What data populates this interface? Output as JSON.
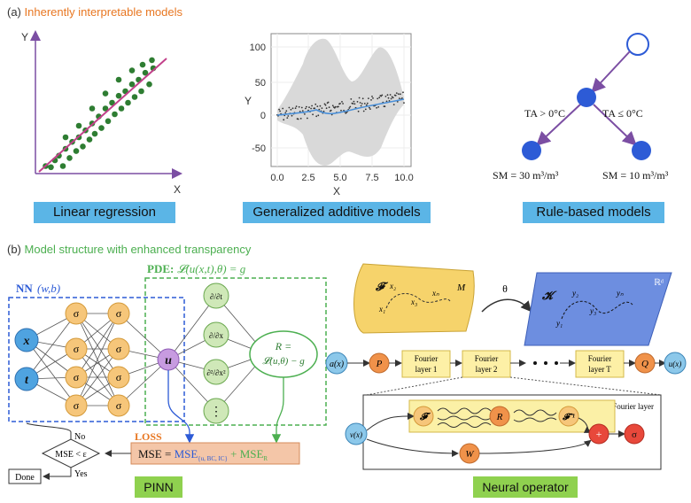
{
  "section_a": {
    "letter": "(a)",
    "title": "Inherently interpretable models"
  },
  "section_b": {
    "letter": "(b)",
    "title": "Model structure with enhanced transparency"
  },
  "linear_regression": {
    "caption": "Linear regression",
    "y_label": "Y",
    "x_label": "X",
    "points": [
      [
        0.05,
        0.05
      ],
      [
        0.09,
        0.04
      ],
      [
        0.12,
        0.1
      ],
      [
        0.15,
        0.14
      ],
      [
        0.18,
        0.05
      ],
      [
        0.2,
        0.2
      ],
      [
        0.23,
        0.12
      ],
      [
        0.25,
        0.26
      ],
      [
        0.28,
        0.18
      ],
      [
        0.3,
        0.3
      ],
      [
        0.33,
        0.22
      ],
      [
        0.35,
        0.36
      ],
      [
        0.38,
        0.28
      ],
      [
        0.4,
        0.42
      ],
      [
        0.42,
        0.33
      ],
      [
        0.45,
        0.48
      ],
      [
        0.47,
        0.38
      ],
      [
        0.5,
        0.55
      ],
      [
        0.52,
        0.44
      ],
      [
        0.55,
        0.6
      ],
      [
        0.57,
        0.5
      ],
      [
        0.6,
        0.66
      ],
      [
        0.62,
        0.55
      ],
      [
        0.65,
        0.7
      ],
      [
        0.67,
        0.6
      ],
      [
        0.7,
        0.76
      ],
      [
        0.72,
        0.65
      ],
      [
        0.75,
        0.8
      ],
      [
        0.77,
        0.7
      ],
      [
        0.8,
        0.86
      ],
      [
        0.83,
        0.76
      ],
      [
        0.86,
        0.9
      ],
      [
        0.6,
        0.8
      ],
      [
        0.7,
        0.88
      ],
      [
        0.4,
        0.55
      ],
      [
        0.3,
        0.4
      ],
      [
        0.2,
        0.3
      ],
      [
        0.5,
        0.68
      ],
      [
        0.85,
        0.97
      ],
      [
        0.78,
        0.93
      ]
    ]
  },
  "gam": {
    "caption": "Generalized additive models",
    "x_label": "X",
    "y_label": "Y",
    "y_ticks": [
      "100",
      "50",
      "0",
      "-50"
    ],
    "x_ticks": [
      "0.0",
      "2.5",
      "5.0",
      "7.5",
      "10.0"
    ]
  },
  "rules": {
    "caption": "Rule-based models",
    "left_cond": "TA > 0°C",
    "right_cond": "TA ≤ 0°C",
    "left_leaf": "SM = 30 m³/m³",
    "right_leaf": "SM = 10 m³/m³"
  },
  "pinn": {
    "nn_label": "NN",
    "nn_params": "(w,b)",
    "pde_label": "PDE:",
    "pde_eq": "𝓛(u(x,t),θ) = g",
    "input_x": "x",
    "input_t": "t",
    "sigma": "σ",
    "u": "u",
    "d_dt": "∂/∂t",
    "d_dx": "∂/∂x",
    "d2_dx2": "∂²/∂x²",
    "dots": "⋮",
    "r_eq_1": "R =",
    "r_eq_2": "𝓛(u,θ) − g",
    "loss_label": "LOSS",
    "loss_eq_a": "MSE = ",
    "loss_eq_b": "MSE",
    "loss_sub_b": "{u, BC, IC}",
    "loss_eq_c": " + MSE",
    "loss_sub_c": "R",
    "cond": "MSE < ε",
    "no": "No",
    "yes": "Yes",
    "done": "Done",
    "caption": "PINN"
  },
  "neural_operator": {
    "theta": "θ",
    "F": "𝓕",
    "K": "𝓚",
    "M": "M",
    "R_space": "ℝᵈ",
    "x1": "x₁",
    "x2": "x₂",
    "x3": "x₃",
    "xn": "xₙ",
    "y1": "y₁",
    "y2": "y₂",
    "y3": "y₃",
    "yn": "yₙ",
    "ax": "a(x)",
    "P": "P",
    "Q": "Q",
    "ux": "u(x)",
    "layer1": [
      "Fourier",
      "layer 1"
    ],
    "layer2": [
      "Fourier",
      "layer 2"
    ],
    "layerT": [
      "Fourier",
      "layer T"
    ],
    "fourier_layer": "Fourier layer",
    "vx": "v(x)",
    "Fi": "𝓕",
    "R": "R",
    "Finv": "𝓕⁻¹",
    "plus": "+",
    "sigma": "σ",
    "W": "W",
    "caption": "Neural operator"
  }
}
